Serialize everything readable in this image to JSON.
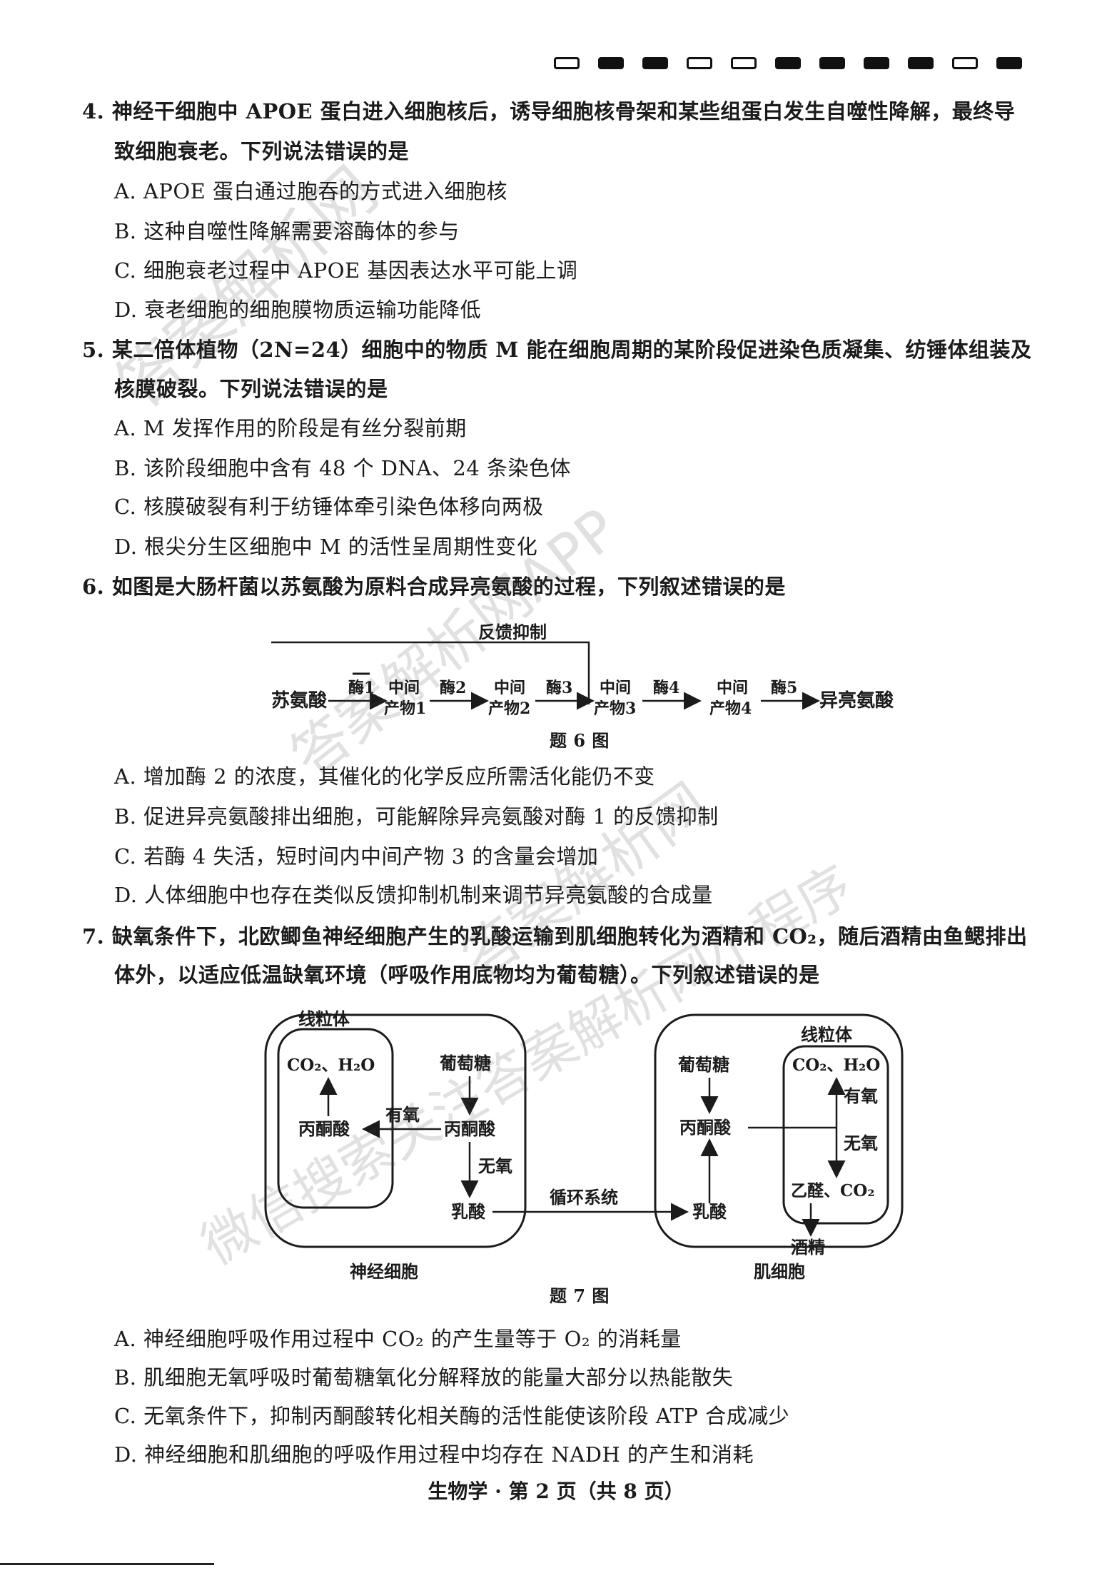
{
  "header_marks": [
    "empty",
    "filled",
    "filled",
    "empty",
    "empty",
    "filled",
    "filled",
    "filled",
    "filled",
    "empty",
    "filled"
  ],
  "questions": {
    "q4": {
      "stem1": "4. 神经干细胞中 APOE 蛋白进入细胞核后，诱导细胞核骨架和某些组蛋白发生自噬性降解，最终导",
      "stem2": "致细胞衰老。下列说法错误的是",
      "A": "A. APOE 蛋白通过胞吞的方式进入细胞核",
      "B": "B. 这种自噬性降解需要溶酶体的参与",
      "C": "C. 细胞衰老过程中 APOE 基因表达水平可能上调",
      "D": "D. 衰老细胞的细胞膜物质运输功能降低"
    },
    "q5": {
      "stem1": "5. 某二倍体植物（2N=24）细胞中的物质 M 能在细胞周期的某阶段促进染色质凝集、纺锤体组装及",
      "stem2": "核膜破裂。下列说法错误的是",
      "A": "A. M 发挥作用的阶段是有丝分裂前期",
      "B": "B. 该阶段细胞中含有 48 个 DNA、24 条染色体",
      "C": "C. 核膜破裂有利于纺锤体牵引染色体移向两极",
      "D": "D. 根尖分生区细胞中 M 的活性呈周期性变化"
    },
    "q6": {
      "stem": "6. 如图是大肠杆菌以苏氨酸为原料合成异亮氨酸的过程，下列叙述错误的是",
      "A": "A. 增加酶 2 的浓度，其催化的化学反应所需活化能仍不变",
      "B": "B. 促进异亮氨酸排出细胞，可能解除异亮氨酸对酶 1 的反馈抑制",
      "C": "C. 若酶 4 失活，短时间内中间产物 3 的含量会增加",
      "D": "D. 人体细胞中也存在类似反馈抑制机制来调节异亮氨酸的合成量"
    },
    "q7": {
      "stem1": "7. 缺氧条件下，北欧鲫鱼神经细胞产生的乳酸运输到肌细胞转化为酒精和 CO₂，随后酒精由鱼鳃排出",
      "stem2": "体外，以适应低温缺氧环境（呼吸作用底物均为葡萄糖）。下列叙述错误的是",
      "A": "A. 神经细胞呼吸作用过程中 CO₂ 的产生量等于 O₂ 的消耗量",
      "B": "B. 肌细胞无氧呼吸时葡萄糖氧化分解释放的能量大部分以热能散失",
      "C": "C. 无氧条件下，抑制丙酮酸转化相关酶的活性能使该阶段 ATP 合成减少",
      "D": "D. 神经细胞和肌细胞的呼吸作用过程中均存在 NADH 的产生和消耗"
    }
  },
  "fig6": {
    "feedback": "反馈抑制",
    "start": "苏氨酸",
    "end": "异亮氨酸",
    "enzymes": [
      "酶1",
      "酶2",
      "酶3",
      "酶4",
      "酶5"
    ],
    "intermediates": [
      [
        "中间",
        "产物1"
      ],
      [
        "中间",
        "产物2"
      ],
      [
        "中间",
        "产物3"
      ],
      [
        "中间",
        "产物4"
      ]
    ],
    "caption": "题 6 图"
  },
  "fig7": {
    "nerve": {
      "mito": "线粒体",
      "products": "CO₂、H₂O",
      "pyruvate_in": "丙酮酸",
      "aerobic": "有氧",
      "glucose": "葡萄糖",
      "pyruvate": "丙酮酸",
      "anaerobic": "无氧",
      "lactate": "乳酸",
      "cell": "神经细胞"
    },
    "circulation": "循环系统",
    "muscle": {
      "mito": "线粒体",
      "glucose": "葡萄糖",
      "pyruvate": "丙酮酸",
      "lactate": "乳酸",
      "products": "CO₂、H₂O",
      "aerobic": "有氧",
      "anaerobic": "无氧",
      "acetaldehyde": "乙醛、CO₂",
      "ethanol": "酒精",
      "cell": "肌细胞"
    },
    "caption": "题 7 图"
  },
  "footer": "生物学 · 第 2 页（共 8 页）",
  "watermarks": [
    "答案解析网",
    "答案解析网APP",
    "答案解析网",
    "微信搜索关注答案解析网小程序"
  ]
}
